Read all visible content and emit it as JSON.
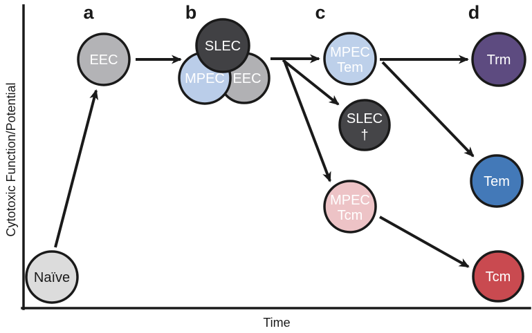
{
  "figure": {
    "y_axis_label": "Cytotoxic Function/Potential",
    "x_axis_label": "Time",
    "stage_labels": [
      "a",
      "b",
      "c",
      "d"
    ]
  },
  "colors": {
    "ink": "#1a1a1a",
    "background": "#ffffff"
  },
  "nodes": {
    "naive": {
      "label": "Naïve",
      "fill": "#dcdcdc",
      "text_color": "#1a1a1a"
    },
    "eec_a": {
      "label": "EEC",
      "fill": "#b3b3b6",
      "text_color": "#ffffff"
    },
    "slec_b": {
      "label": "SLEC",
      "fill": "#414144",
      "text_color": "#ffffff"
    },
    "mpec_b": {
      "label": "MPEC",
      "fill": "#bacde9",
      "text_color": "#ffffff"
    },
    "eec_b": {
      "label": "EEC",
      "fill": "#b1b1b4",
      "text_color": "#ffffff"
    },
    "mpec_tem": {
      "lines": [
        "MPEC",
        "Tem"
      ],
      "fill": "#bdd0ea",
      "text_color": "#ffffff"
    },
    "slec_dying": {
      "lines": [
        "SLEC",
        "†"
      ],
      "fill": "#454548",
      "text_color": "#ffffff"
    },
    "mpec_tcm": {
      "lines": [
        "MPEC",
        "Tcm"
      ],
      "fill": "#edc3c6",
      "text_color": "#ffffff"
    },
    "trm": {
      "label": "Trm",
      "fill": "#5d4b80",
      "text_color": "#ffffff"
    },
    "tem": {
      "label": "Tem",
      "fill": "#4379b8",
      "text_color": "#ffffff"
    },
    "tcm": {
      "label": "Tcm",
      "fill": "#c94a50",
      "text_color": "#ffffff"
    }
  }
}
